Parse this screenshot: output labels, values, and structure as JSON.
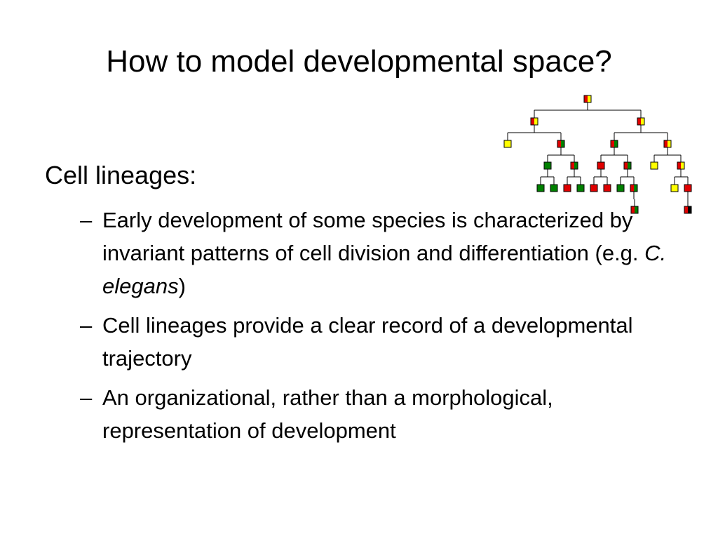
{
  "slide": {
    "title": "How to model developmental space?",
    "heading": "Cell lineages:",
    "bullets": [
      {
        "dash": "–",
        "parts": [
          {
            "text": "Early development of some species is characterized by invariant patterns of cell division and differentiation (e.g. ",
            "italic": false
          },
          {
            "text": "C. elegans",
            "italic": true
          },
          {
            "text": ")",
            "italic": false
          }
        ]
      },
      {
        "dash": "–",
        "parts": [
          {
            "text": "Cell lineages provide a clear record of a developmental trajectory",
            "italic": false
          }
        ]
      },
      {
        "dash": "–",
        "parts": [
          {
            "text": "An organizational, rather than a morphological, representation of development",
            "italic": false
          }
        ]
      }
    ]
  },
  "colors": {
    "red": "#e00000",
    "green": "#008000",
    "yellow": "#ffff00",
    "black": "#000000"
  },
  "lineage_tree": {
    "id": "root",
    "cells": [
      "red",
      "yellow"
    ],
    "children": [
      {
        "id": "a",
        "cells": [
          "red",
          "yellow"
        ],
        "children": [
          {
            "id": "a1",
            "cells": [
              "yellow"
            ],
            "children": []
          },
          {
            "id": "a2",
            "cells": [
              "red",
              "green"
            ],
            "children": [
              {
                "id": "a2a",
                "cells": [
                  "green"
                ],
                "children": [
                  {
                    "id": "a2a1",
                    "cells": [
                      "green"
                    ],
                    "children": []
                  },
                  {
                    "id": "a2a2",
                    "cells": [
                      "green"
                    ],
                    "children": []
                  }
                ]
              },
              {
                "id": "a2b",
                "cells": [
                  "red",
                  "green"
                ],
                "children": [
                  {
                    "id": "a2b1",
                    "cells": [
                      "red"
                    ],
                    "children": []
                  },
                  {
                    "id": "a2b2",
                    "cells": [
                      "green"
                    ],
                    "children": []
                  }
                ]
              }
            ]
          }
        ]
      },
      {
        "id": "b",
        "cells": [
          "red",
          "yellow"
        ],
        "children": [
          {
            "id": "b1",
            "cells": [
              "red",
              "green"
            ],
            "children": [
              {
                "id": "b1a",
                "cells": [
                  "red"
                ],
                "children": [
                  {
                    "id": "b1a1",
                    "cells": [
                      "red"
                    ],
                    "children": []
                  },
                  {
                    "id": "b1a2",
                    "cells": [
                      "red"
                    ],
                    "children": []
                  }
                ]
              },
              {
                "id": "b1b",
                "cells": [
                  "red",
                  "green"
                ],
                "children": [
                  {
                    "id": "b1b1",
                    "cells": [
                      "green"
                    ],
                    "children": []
                  },
                  {
                    "id": "b1b2",
                    "cells": [
                      "red",
                      "green"
                    ],
                    "children": [
                      {
                        "id": "b1b2a",
                        "cells": [
                          "red",
                          "green"
                        ],
                        "children": []
                      }
                    ]
                  }
                ]
              }
            ]
          },
          {
            "id": "b2",
            "cells": [
              "red",
              "yellow"
            ],
            "children": [
              {
                "id": "b2a",
                "cells": [
                  "yellow"
                ],
                "children": []
              },
              {
                "id": "b2b",
                "cells": [
                  "red",
                  "yellow"
                ],
                "children": [
                  {
                    "id": "b2b1",
                    "cells": [
                      "yellow"
                    ],
                    "children": []
                  },
                  {
                    "id": "b2b2",
                    "cells": [
                      "red"
                    ],
                    "children": [
                      {
                        "id": "b2b2a",
                        "cells": [
                          "red",
                          "black"
                        ],
                        "children": []
                      }
                    ]
                  }
                ]
              }
            ]
          }
        ]
      }
    ]
  }
}
